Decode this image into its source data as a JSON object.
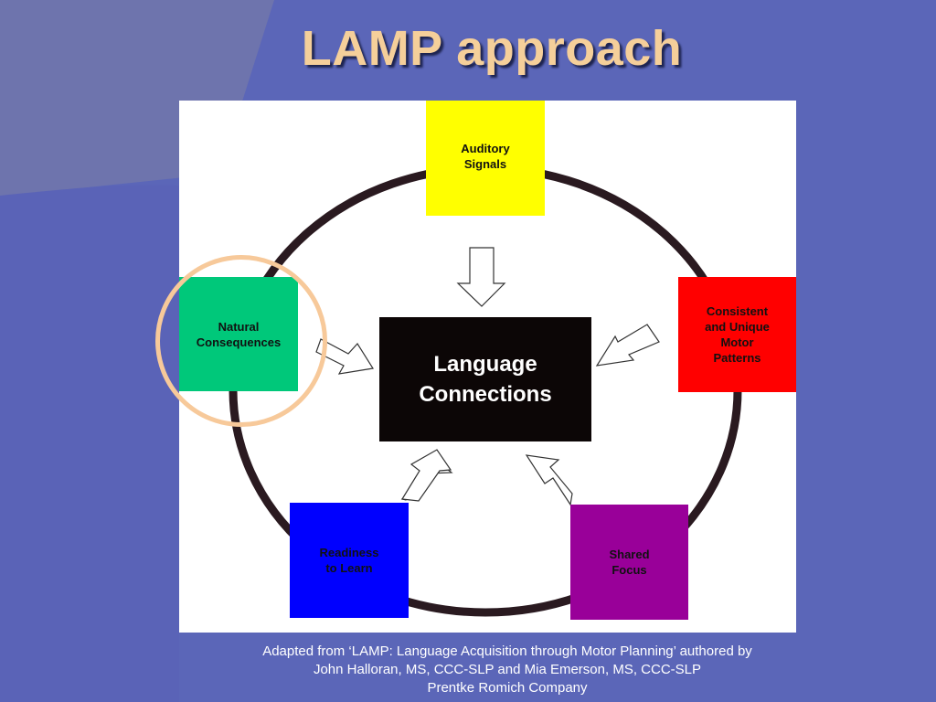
{
  "slide": {
    "title": "LAMP approach",
    "caption_lines": [
      "Adapted from ‘LAMP: Language Acquisition through Motor Planning’ authored by",
      "John Halloran, MS, CCC-SLP and Mia Emerson, MS, CCC-SLP",
      "Prentke Romich Company"
    ]
  },
  "diagram": {
    "center": "Language\nConnections",
    "nodes": {
      "auditory": "Auditory\nSignals",
      "consistent": "Consistent\nand Unique\nMotor\nPatterns",
      "natural": "Natural\nConsequences",
      "readiness": "Readiness\n to Learn",
      "shared": "Shared\nFocus"
    }
  },
  "colors": {
    "background": "#5b66b8",
    "title": "#f5cf9a",
    "auditory": "#ffff00",
    "consistent": "#ff0000",
    "natural": "#00c87a",
    "readiness": "#0000ff",
    "shared": "#990099",
    "center": "#0c0606",
    "highlight_ring": "#f7c99a"
  }
}
